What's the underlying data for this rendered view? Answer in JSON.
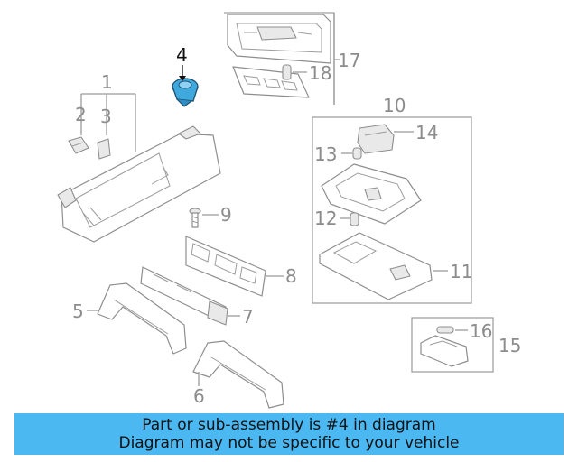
{
  "labels": {
    "l1": "1",
    "l2": "2",
    "l3": "3",
    "l4": "4",
    "l5": "5",
    "l6": "6",
    "l7": "7",
    "l8": "8",
    "l9": "9",
    "l10": "10",
    "l11": "11",
    "l12": "12",
    "l13": "13",
    "l14": "14",
    "l15": "15",
    "l16": "16",
    "l17": "17",
    "l18": "18"
  },
  "highlight": {
    "part": "4",
    "color": "#3fa9dd"
  },
  "banner": {
    "line1": "Part or sub-assembly is #4 in diagram",
    "line2": "Diagram may not be specific to your vehicle",
    "color": "#4cb8f2"
  }
}
